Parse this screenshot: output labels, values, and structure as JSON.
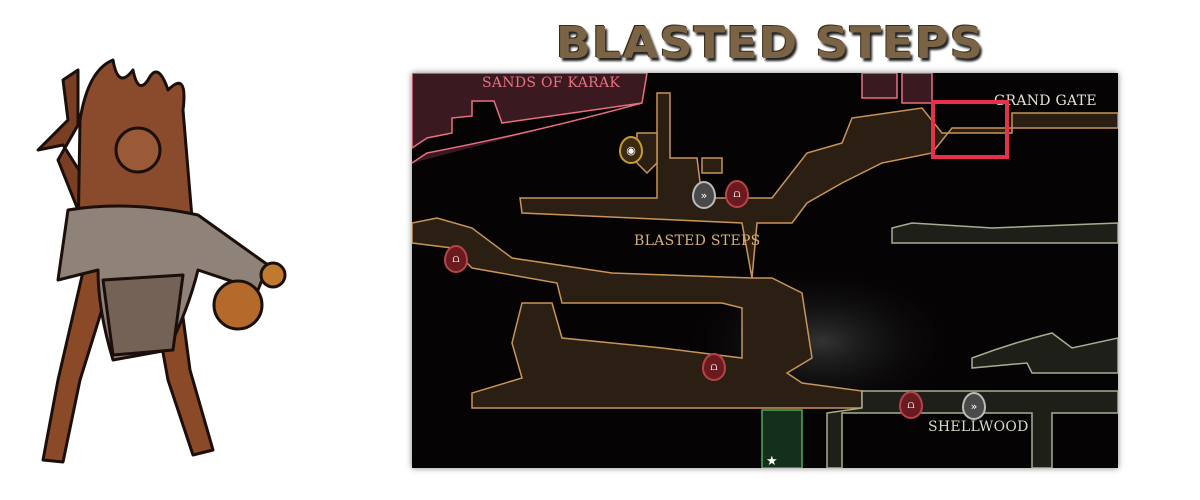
{
  "title": "BLASTED STEPS",
  "map": {
    "regions": [
      {
        "label": "SANDS OF KARAK",
        "color": "#e88a9a"
      },
      {
        "label": "GRAND GATE",
        "color": "#e6e0d2"
      },
      {
        "label": "BLASTED STEPS",
        "color": "#d8b07a"
      },
      {
        "label": "SHELLWOOD",
        "color": "#d6dcc0"
      }
    ],
    "icons": [
      {
        "type": "vendor-icon",
        "glyph": "◉"
      },
      {
        "type": "fast-travel-icon",
        "glyph": "»"
      },
      {
        "type": "bench-icon",
        "glyph": "⩍"
      },
      {
        "type": "bench-icon",
        "glyph": "⩍"
      },
      {
        "type": "bench-icon",
        "glyph": "⩍"
      },
      {
        "type": "bench-icon",
        "glyph": "⩍"
      },
      {
        "type": "fast-travel-icon",
        "glyph": "»"
      },
      {
        "type": "star-icon",
        "glyph": "★"
      }
    ],
    "highlight_color": "#e8304a"
  },
  "colors": {
    "path": "#c8945a",
    "fill": "#2a1f12",
    "sands": "#e8707f",
    "shellwood": "#a8ad90"
  }
}
